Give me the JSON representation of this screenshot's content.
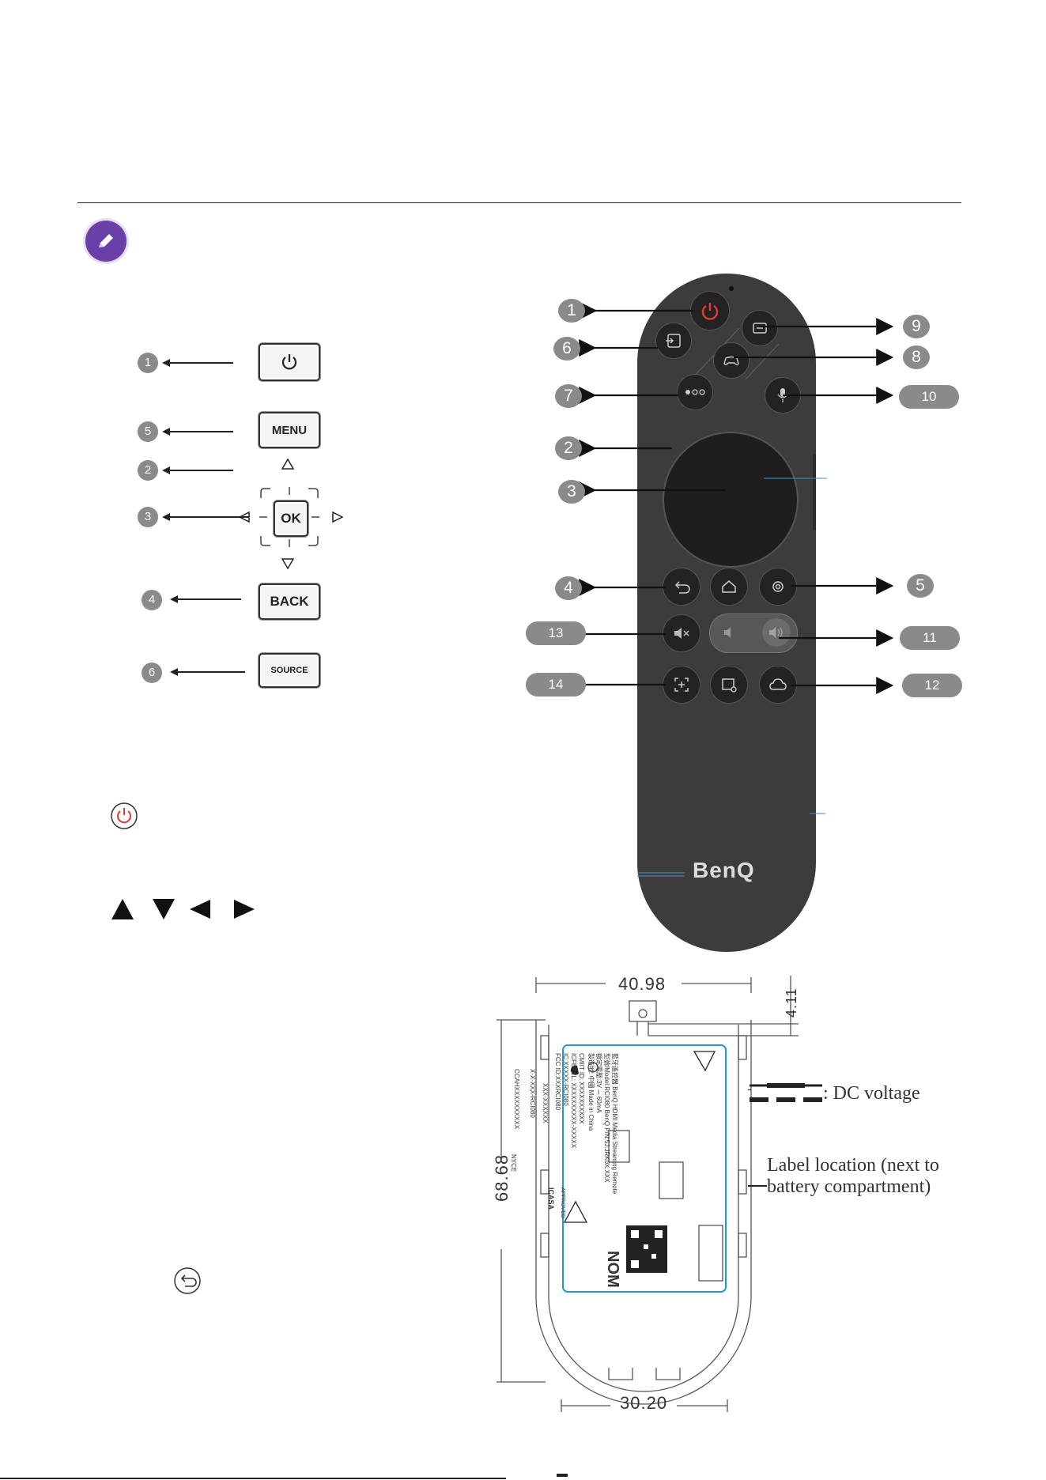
{
  "left_keys": {
    "power_number": "1",
    "menu_number": "5",
    "up_number": "2",
    "ok_number": "3",
    "back_number": "4",
    "source_number": "6",
    "menu_label": "MENU",
    "ok_label": "OK",
    "back_label": "BACK",
    "source_label": "SOURCE"
  },
  "remote": {
    "brand": "BenQ",
    "callouts_left": [
      "1",
      "6",
      "7",
      "2",
      "3",
      "4",
      "13",
      "14"
    ],
    "callouts_right": [
      "9",
      "8",
      "10",
      "5",
      "11",
      "12"
    ]
  },
  "drawing": {
    "width": "40.98",
    "height": "68.68",
    "bottom_width": "30.20",
    "connector": "4.11",
    "dc_voltage": ": DC voltage",
    "label_location_line1": "Label location (next to",
    "label_location_line2": "battery compartment)"
  },
  "sticker": {
    "line1": "藍牙遙控器 BenQ HDMI Media Streaming Remote",
    "line2": "型號/Model:RCI080  BenQ P/N:5J.JRK0X.XXX",
    "line3": "額定電壓:3V  ⎓ 60mA",
    "line4": "製造地: 中國  Made in China",
    "line5": "CMIIT ID: XXXXXXXXXX",
    "line6": "ICFETEL: XXXXXXXXXX-XXXXX",
    "line7": "IC:XXXXX-RCI080",
    "line8": "FCC ID:XXXRCI080",
    "code1": "XXX-XXXXXX",
    "code2": "X-X-XXX-RCI080",
    "code3": "CCAHXXXXXXXXXX",
    "nyce": "NYCE",
    "nom": "NOM",
    "icasa": "ICASA",
    "approved": "APPROVED"
  },
  "colors": {
    "note_purple": "#6a3fa8",
    "remote_body": "#3e3b3c",
    "power_red": "#e53935",
    "badge_grey": "#8a8a8a",
    "sticker_border": "#1e9bd7"
  }
}
